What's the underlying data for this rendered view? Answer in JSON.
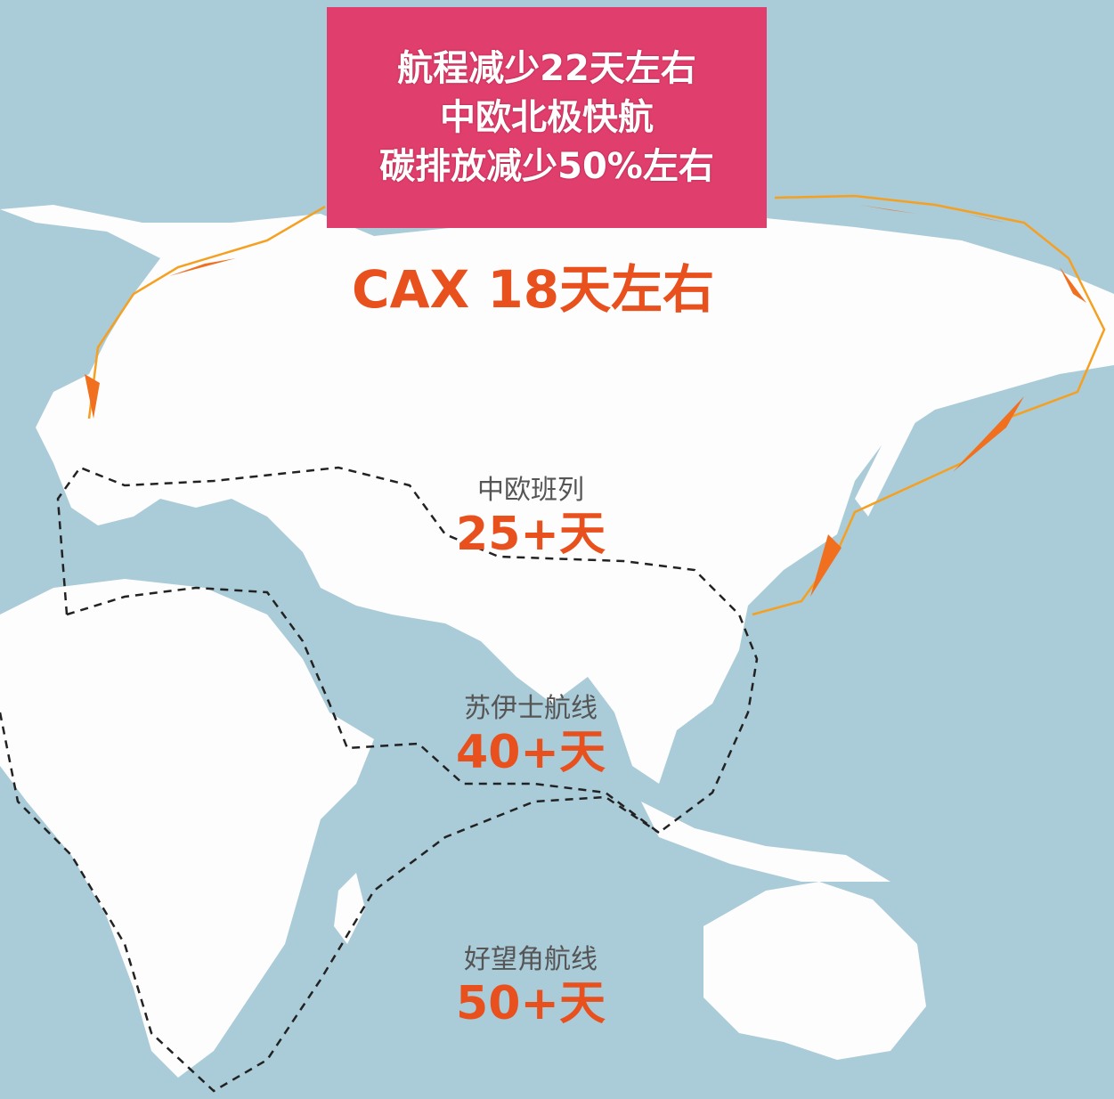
{
  "header_box": {
    "line1": "航程减少22天左右",
    "line2": "中欧北极快航",
    "line3": "碳排放减少50%左右",
    "color": "#e03e6c"
  },
  "arctic_route": {
    "label": "CAX 18天左右",
    "color": "#f07020"
  },
  "routes": [
    {
      "name": "中欧班列",
      "duration": "25+天"
    },
    {
      "name": "苏伊士航线",
      "duration": "40+天"
    },
    {
      "name": "好望角航线",
      "duration": "50+天"
    }
  ],
  "colors": {
    "ocean": "#aacbd8",
    "land": "#ffffff",
    "accent": "#e8501e"
  }
}
